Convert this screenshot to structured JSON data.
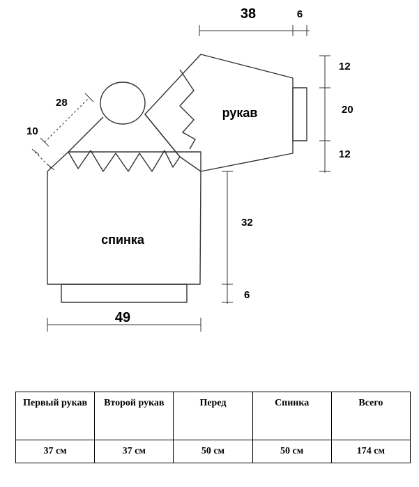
{
  "diagram": {
    "shapes": {
      "back": "спинка",
      "sleeve": "рукав"
    },
    "dimensions": {
      "sleeve_length": "38",
      "cuff_length": "6",
      "sleeve_top": "12",
      "cuff_width": "20",
      "sleeve_bottom": "12",
      "raglan": "28",
      "neck": "10",
      "body_height": "32",
      "hem": "6",
      "back_width": "49"
    }
  },
  "table": {
    "headers": [
      "Первый рукав",
      "Второй рукав",
      "Перед",
      "Спинка",
      "Всего"
    ],
    "values": [
      "37 см",
      "37 см",
      "50 см",
      "50 см",
      "174 см"
    ]
  }
}
